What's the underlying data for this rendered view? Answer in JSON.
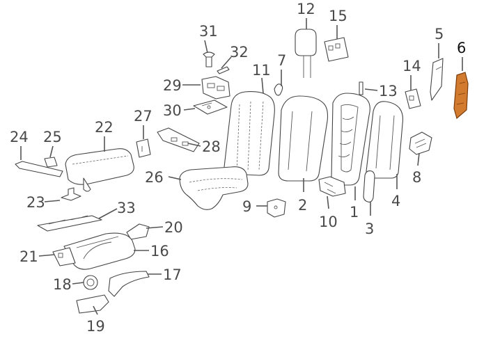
{
  "diagram": {
    "highlight_color": "#d27b2e",
    "callouts": [
      {
        "id": "1",
        "text": "1"
      },
      {
        "id": "2",
        "text": "2"
      },
      {
        "id": "3",
        "text": "3"
      },
      {
        "id": "4",
        "text": "4"
      },
      {
        "id": "5",
        "text": "5"
      },
      {
        "id": "6",
        "text": "6"
      },
      {
        "id": "7",
        "text": "7"
      },
      {
        "id": "8",
        "text": "8"
      },
      {
        "id": "9",
        "text": "9"
      },
      {
        "id": "10",
        "text": "10"
      },
      {
        "id": "11",
        "text": "11"
      },
      {
        "id": "12",
        "text": "12"
      },
      {
        "id": "13",
        "text": "13"
      },
      {
        "id": "14",
        "text": "14"
      },
      {
        "id": "15",
        "text": "15"
      },
      {
        "id": "16",
        "text": "16"
      },
      {
        "id": "17",
        "text": "17"
      },
      {
        "id": "18",
        "text": "18"
      },
      {
        "id": "19",
        "text": "19"
      },
      {
        "id": "20",
        "text": "20"
      },
      {
        "id": "21",
        "text": "21"
      },
      {
        "id": "22",
        "text": "22"
      },
      {
        "id": "23",
        "text": "23"
      },
      {
        "id": "24",
        "text": "24"
      },
      {
        "id": "25",
        "text": "25"
      },
      {
        "id": "26",
        "text": "26"
      },
      {
        "id": "27",
        "text": "27"
      },
      {
        "id": "28",
        "text": "28"
      },
      {
        "id": "29",
        "text": "29"
      },
      {
        "id": "30",
        "text": "30"
      },
      {
        "id": "31",
        "text": "31"
      },
      {
        "id": "32",
        "text": "32"
      },
      {
        "id": "33",
        "text": "33"
      }
    ],
    "highlighted_part": "6"
  }
}
